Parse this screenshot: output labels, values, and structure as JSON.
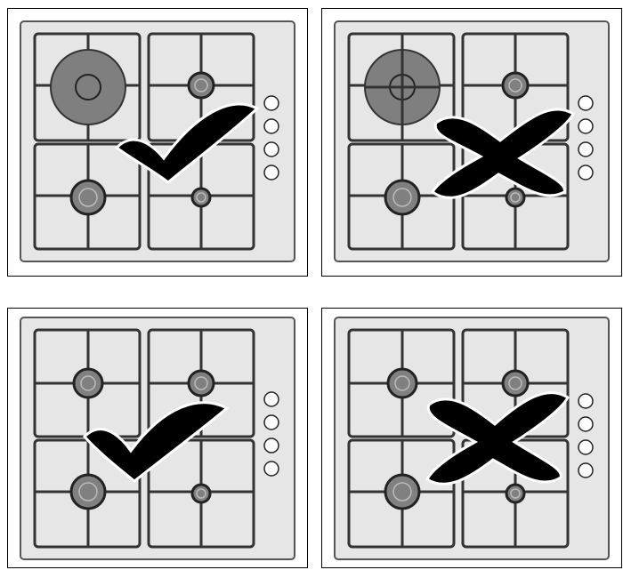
{
  "panels": [
    {
      "id": "top-left",
      "mark": "check",
      "meaning": "correct",
      "burners": [
        "electric",
        "gas-large",
        "gas-large",
        "gas-small"
      ]
    },
    {
      "id": "top-right",
      "mark": "cross",
      "meaning": "incorrect",
      "burners": [
        "electric-offset",
        "gas-large",
        "gas-large",
        "gas-small"
      ]
    },
    {
      "id": "bottom-left",
      "mark": "check",
      "meaning": "correct",
      "burners": [
        "gas-large",
        "gas-large",
        "gas-large",
        "gas-small"
      ]
    },
    {
      "id": "bottom-right",
      "mark": "cross",
      "meaning": "incorrect",
      "burners": [
        "gas-large-offset",
        "gas-large",
        "gas-large-offset",
        "gas-small"
      ]
    }
  ],
  "knob_count": 4,
  "colors": {
    "hob": "#e6e6e6",
    "frame_line": "#555555",
    "burner": "#808080",
    "electric_plate": "#7f7f7f",
    "mark": "#000000"
  },
  "icons": {
    "check": "check-mark-icon",
    "cross": "cross-mark-icon",
    "knob": "control-knob-icon"
  }
}
